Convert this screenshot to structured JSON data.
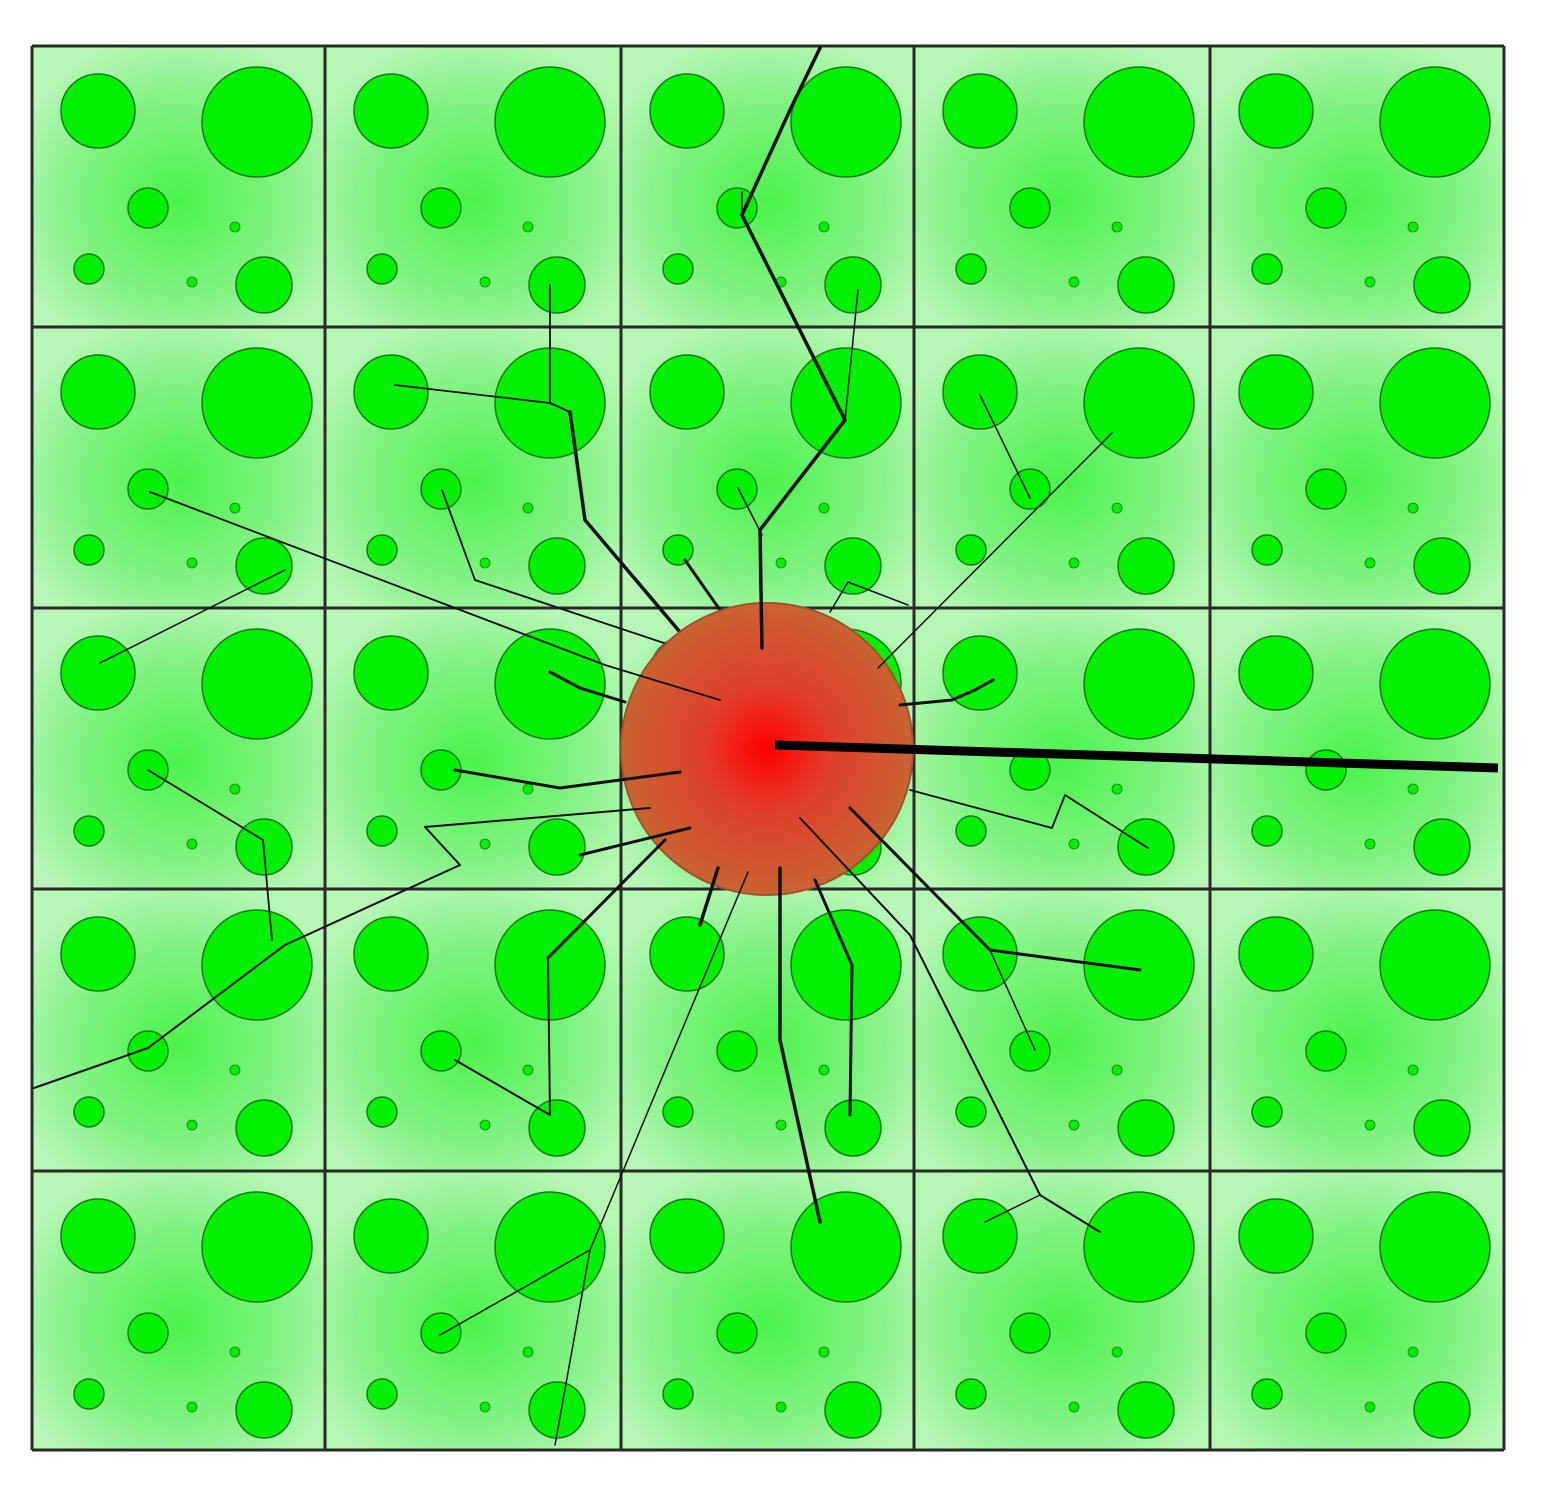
{
  "diagram": {
    "grid": {
      "rows": 5,
      "columns": 5
    },
    "colors": {
      "background": "#ffffff",
      "cell_fill_center": "#4cf24c",
      "cell_fill_edge": "#b6f7b6",
      "dot_fill": "#00f000",
      "dot_stroke": "#1a7a1a",
      "grid_line": "#2a2a2a",
      "hub_center": "#ff0000",
      "hub_edge": "#c86432",
      "hub_stroke": "#a0522d",
      "branch": "#111111"
    },
    "hub": {
      "present": true
    },
    "branches": {
      "count": 22
    }
  }
}
